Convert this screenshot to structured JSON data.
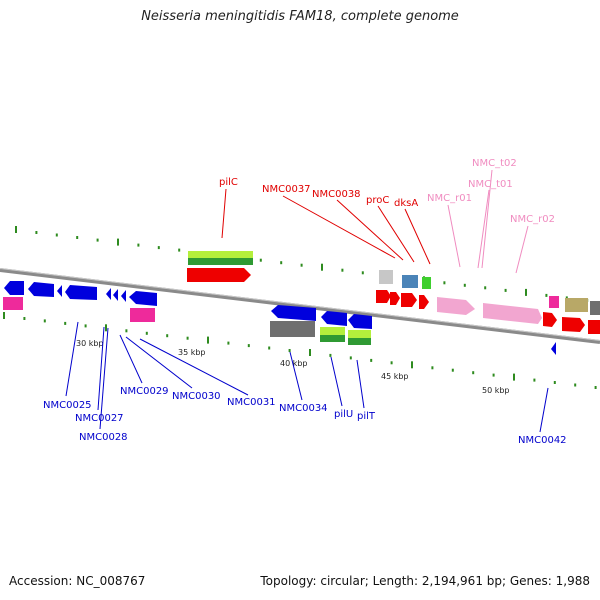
{
  "title": "Neisseria meningitidis FAM18, complete genome",
  "footer": {
    "accession": "Accession: NC_008767",
    "summary": "Topology: circular; Length: 2,194,961 bp; Genes: 1,988"
  },
  "colors": {
    "backbone": "#888888",
    "tick": "#2e8b1f",
    "red_label": "#e00000",
    "pink_label": "#f08cc0",
    "blue_label": "#0000cc"
  },
  "scale_labels": [
    "30 kbp",
    "35 kbp",
    "40 kbp",
    "45 kbp",
    "50 kbp"
  ],
  "top_labels": [
    {
      "text": "pilC",
      "color": "red"
    },
    {
      "text": "NMC0037",
      "color": "red"
    },
    {
      "text": "NMC0038",
      "color": "red"
    },
    {
      "text": "proC",
      "color": "red"
    },
    {
      "text": "dksA",
      "color": "red"
    },
    {
      "text": "NMC_r01",
      "color": "pink"
    },
    {
      "text": "NMC_t02",
      "color": "pink"
    },
    {
      "text": "NMC_t01",
      "color": "pink"
    },
    {
      "text": "NMC_r02",
      "color": "pink"
    }
  ],
  "bottom_labels": [
    {
      "text": "NMC0025"
    },
    {
      "text": "NMC0027"
    },
    {
      "text": "NMC0028"
    },
    {
      "text": "NMC0029"
    },
    {
      "text": "NMC0030"
    },
    {
      "text": "NMC0031"
    },
    {
      "text": "NMC0034"
    },
    {
      "text": "pilU"
    },
    {
      "text": "pilT"
    },
    {
      "text": "NMC0042"
    }
  ]
}
